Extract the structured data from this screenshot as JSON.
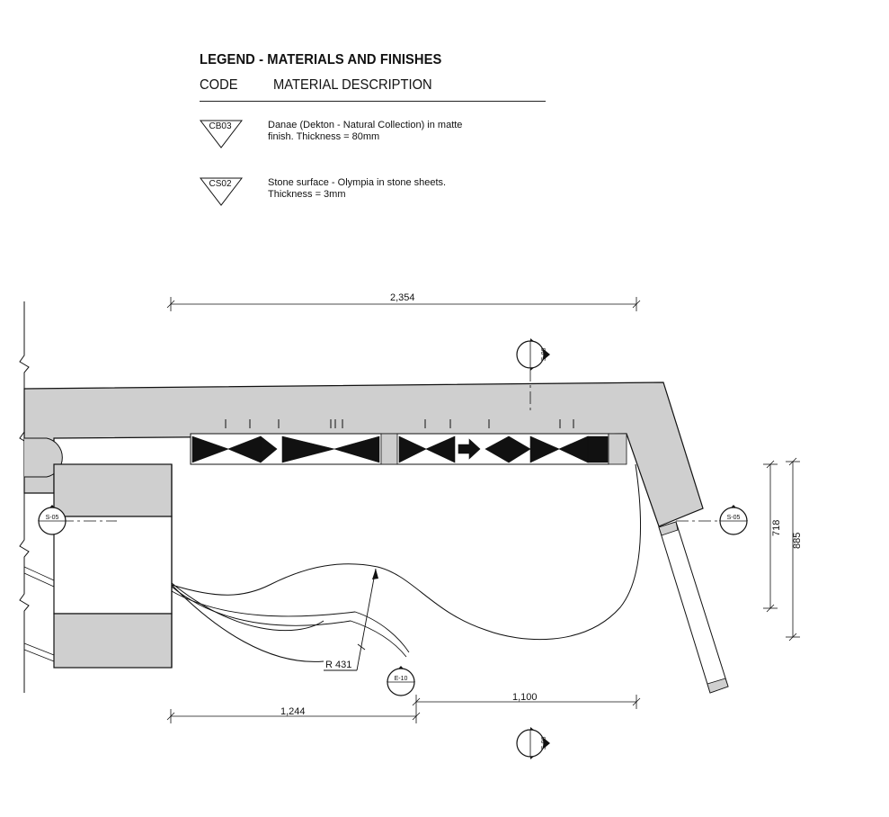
{
  "legend": {
    "title": "LEGEND - MATERIALS AND FINISHES",
    "col_code": "CODE",
    "col_desc": "MATERIAL DESCRIPTION",
    "items": [
      {
        "code": "CB03",
        "desc_line1": "Danae (Dekton - Natural Collection) in matte",
        "desc_line2": "finish. Thickness = 80mm"
      },
      {
        "code": "CS02",
        "desc_line1": "Stone surface - Olympia in stone sheets.",
        "desc_line2": "Thickness = 3mm"
      }
    ]
  },
  "dimensions": {
    "top": "2,354",
    "bottom_left": "1,244",
    "bottom_right": "1,100",
    "right_inner": "718",
    "right_outer": "885",
    "radius": "R 431"
  },
  "markers": {
    "section_top": "S-06",
    "section_bottom": "S-06",
    "section_left": "S-05",
    "section_right": "S-05",
    "elevation": "E-10"
  },
  "colors": {
    "stone_fill": "#cfcfcf",
    "line": "#111111",
    "background": "#ffffff"
  }
}
